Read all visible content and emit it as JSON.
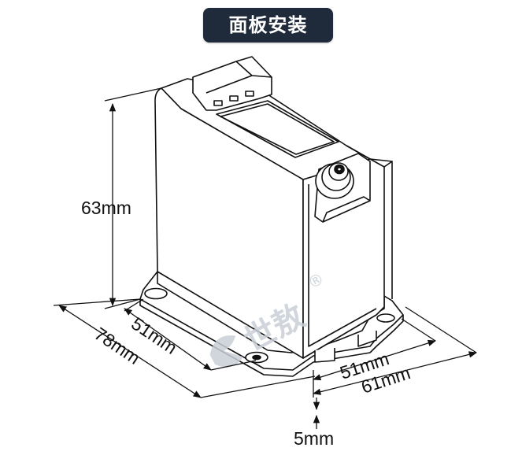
{
  "header": {
    "title": "面板安装"
  },
  "dimensions": {
    "height": "63mm",
    "depth_inner": "51mm",
    "depth_outer": "78mm",
    "width_inner": "51mm",
    "width_outer": "61mm",
    "base_thickness": "5mm"
  },
  "watermark": {
    "text": "世敖",
    "mark": "®"
  },
  "colors": {
    "title_bg": "#1f2a3a",
    "line": "#111111",
    "watermark": "#c9ced6"
  }
}
